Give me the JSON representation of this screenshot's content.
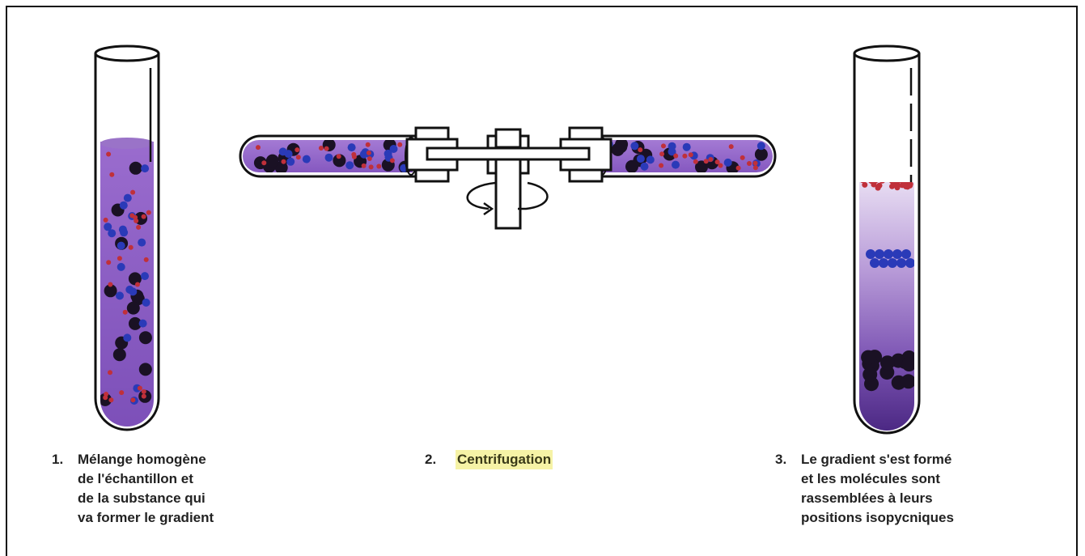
{
  "figure": {
    "steps": [
      {
        "number": "1.",
        "lines": [
          "Mélange homogène",
          "de l'échantillon et",
          "de la substance qui",
          "va former le gradient"
        ]
      },
      {
        "number": "2.",
        "lines": [
          "Centrifugation"
        ]
      },
      {
        "number": "3.",
        "lines": [
          "Le gradient s'est formé",
          "et les molécules sont",
          "rassemblées à leurs",
          "positions isopycniques"
        ]
      }
    ]
  },
  "colors": {
    "liquid_purple": "#8a5cc0",
    "liquid_dark": "#4f2a86",
    "particle_black": "#1a1124",
    "particle_blue": "#2a3ab8",
    "particle_red": "#c0303a",
    "highlight_yellow": "#f6f3a6"
  }
}
